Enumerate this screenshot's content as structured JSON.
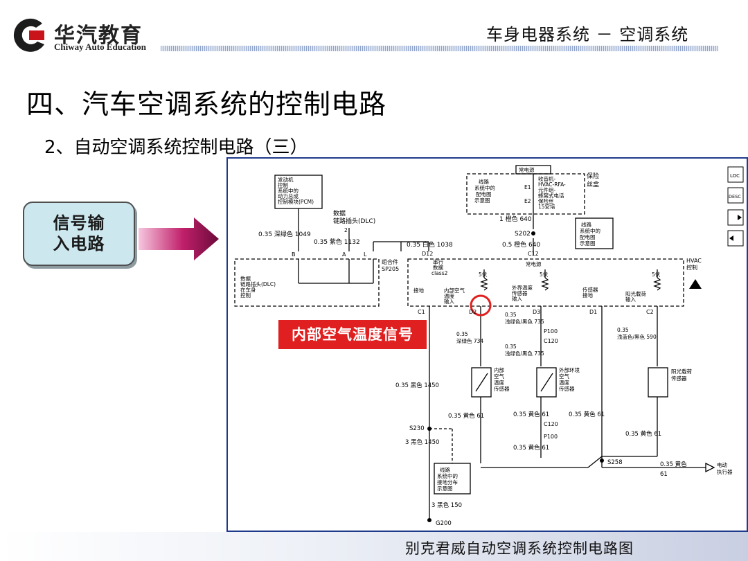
{
  "header": {
    "logo_cn": "华汽教育",
    "logo_en": "Chiway Auto Education",
    "section": "车身电器系统 －  空调系统"
  },
  "page": {
    "title": "四、汽车空调系统的控制电路",
    "subtitle": "2、自动空调系统控制电路（三）"
  },
  "callout": {
    "label_line1": "信号输",
    "label_line2": "入电路"
  },
  "highlight": {
    "label": "内部空气温度信号",
    "color": "#e02020"
  },
  "footer": {
    "caption": "别克君威自动空调系统控制电路图"
  },
  "diagram": {
    "power_source": "常电源",
    "fuse_box_1": "保险",
    "fuse_box_2": "丝盒",
    "fuse_note": [
      "线路",
      "系统中的",
      "配电图",
      "示意图"
    ],
    "fuse_name": [
      "收音机-",
      "HVAC-RFA-",
      "元件组-",
      "蜂窝式电话",
      "保险丝",
      "15安培"
    ],
    "fuse_e1": "E1",
    "fuse_e2": "E2",
    "pcm_box": [
      "发动机",
      "控制",
      "系统中的",
      "动力总成",
      "控制模块(PCM)"
    ],
    "dlc_title_1": "数据",
    "dlc_title_2": "链路插头(DLC)",
    "dlc_pin": "2",
    "w1049": "0.35 深绿色 1049",
    "w1132": "0.35 紫色 1132",
    "w1038": "0.35 白色 1038",
    "w640a": "1 橙色 640",
    "w640b": "0.5 橙色 640",
    "s202": "S202",
    "s202_note": [
      "线路",
      "系统中的",
      "配电图",
      "示意图"
    ],
    "c12": "C12",
    "d12": "D12",
    "pin_b": "B",
    "pin_a": "A",
    "pin_l": "L",
    "sp205_1": "组合件",
    "sp205_2": "SP205",
    "dlc_body": [
      "数据",
      "链路插头(DLC)",
      "在车身",
      "控制"
    ],
    "hvac_1": "HVAC",
    "hvac_2": "控制",
    "module_power": "常电源",
    "serial_data": [
      "串行",
      "数据",
      "class2"
    ],
    "ground_label": "接地",
    "inside_temp_in": [
      "内部空气",
      "温度",
      "输入"
    ],
    "outside_temp_in": [
      "外界温度",
      "传感器",
      "输入"
    ],
    "sensor_ground": [
      "传感器",
      "接地"
    ],
    "sunload_in": [
      "阳光载荷",
      "输入"
    ],
    "v5": "5伏",
    "c1": "C1",
    "d2": "D2",
    "d3": "D3",
    "d1": "D1",
    "c2": "C2",
    "w735a_1": "0.35",
    "w735a_2": "浅绿色/黑色  735",
    "p100": "P100",
    "c120": "C120",
    "w734_1": "0.35",
    "w734_2": "深绿色  734",
    "w735b_1": "0.35",
    "w735b_2": "浅绿色/黑色  735",
    "w590_1": "0.35",
    "w590_2": "浅蓝色/黑色  590",
    "inside_sensor": [
      "内部",
      "空气",
      "温度",
      "传感器"
    ],
    "outside_sensor": [
      "外部环境",
      "空气",
      "温度",
      "传感器"
    ],
    "sun_sensor": [
      "阳光载荷",
      "传感器"
    ],
    "w1450a": "0.35 黑色  1450",
    "y61a": "0.35 黄色  61",
    "y61b": "0.35 黄色  61",
    "y61c": "0.35 黄色  61",
    "y61d": "0.35 黄色  61",
    "y61e": "0.35 黄色  61",
    "s230": "S230",
    "w1450b": "3 黑色  1450",
    "s258": "S258",
    "y61f_1": "0.35 黄色",
    "y61f_2": "61",
    "actuator": [
      "电动",
      "执行器"
    ],
    "ground_note": [
      "线路",
      "系统中的",
      "接地分布",
      "示意图"
    ],
    "w150": "3 黑色  150",
    "g200": "G200",
    "nav_loc": "LOC",
    "nav_desc": "DESC"
  }
}
